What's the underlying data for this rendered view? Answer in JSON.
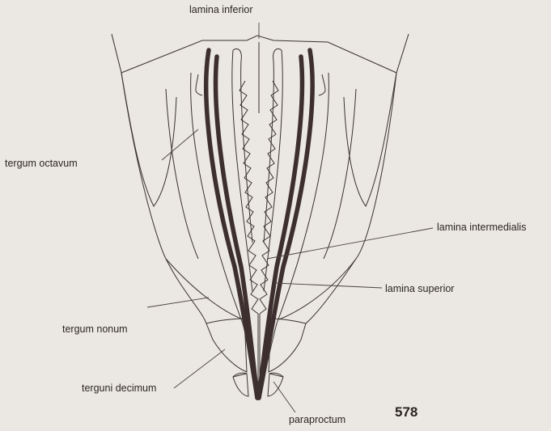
{
  "labels": {
    "lamina_inferior": "lamina inferior",
    "tergum_octavum": "tergum octavum",
    "lamina_intermedialis": "lamina intermedialis",
    "lamina_superior": "lamina superior",
    "tergum_nonum": "tergum nonum",
    "tergum_decimum": "terguni decimum",
    "paraproctum": "paraproctum"
  },
  "figure_number": "578",
  "colors": {
    "paper": "#ebe7e2",
    "outline": "#3a332e",
    "thick_lamina": "#3d2f2f"
  }
}
